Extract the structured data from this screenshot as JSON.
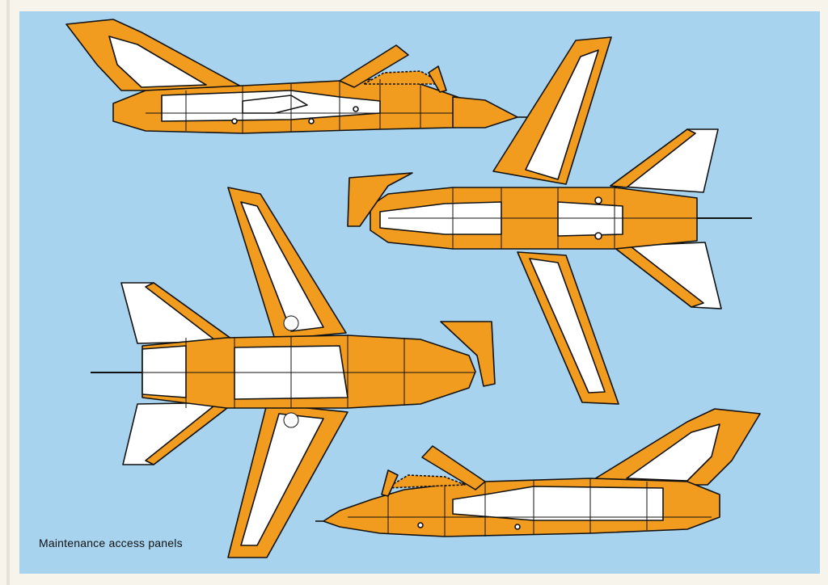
{
  "caption": "Maintenance access panels",
  "colors": {
    "background": "#a8d3ef",
    "panel_fill": "#f29c1f",
    "skin_fill": "#ffffff",
    "outline": "#111111",
    "paper": "#f7f4ec",
    "caption_text": "#111111"
  },
  "views": [
    "side-view-port",
    "plan-view-top",
    "plan-view-bottom",
    "side-view-starboard"
  ]
}
